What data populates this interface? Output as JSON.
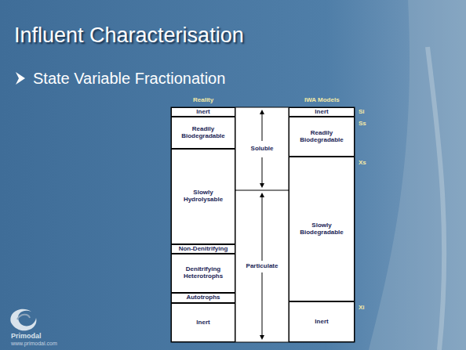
{
  "diagram": {
    "title": "Influent Characterisation",
    "nodes": [
      {
        "text": [
          "Inert"
        ]
      },
      {
        "text": [
          "Readily Biodegradable"
        ]
      },
      {
        "text": [
          "Slowly Hydrolysable"
        ]
      },
      {
        "text": [
          "Non-Denitrifying"
        ]
      },
      {
        "text": [
          "Denitrifying Heterotrophs"
        ]
      },
      {
        "text": [
          "Autotrophs"
        ]
      },
      {
        "text": [
          "Inert"
        ]
      },
      {
        "text": [
          "Soluble"
        ]
      },
      {
        "text": [
          "Particulate"
        ]
      },
      {
        "text": [
          "Inert"
        ]
      },
      {
        "text": [
          "Readily Biodegradable"
        ]
      },
      {
        "text": [
          "Slowly Biodegradable"
        ]
      },
      {
        "text": [
          "Inert"
        ]
      }
    ],
    "labels": [
      "Reality",
      "IWA Models",
      "State Variable Fractionation",
      "Si",
      "Ss",
      "Xs",
      "Xi",
      "Primodal",
      "www.primodal.com"
    ]
  }
}
